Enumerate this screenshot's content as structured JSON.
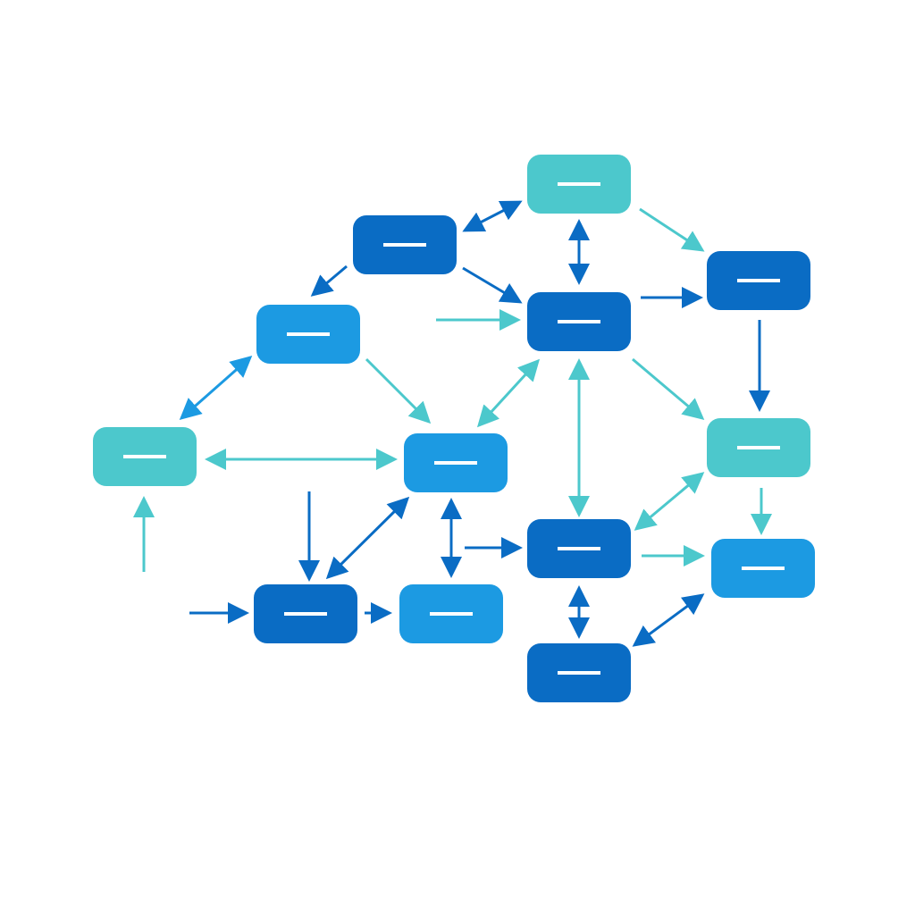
{
  "colors": {
    "background": "#ffffff",
    "dark": "#0a6cc4",
    "mid": "#1c9ae2",
    "teal": "#4cc8cc",
    "dash": "#ffffff"
  },
  "nodes": [
    {
      "id": "n_top",
      "color": "teal"
    },
    {
      "id": "n_upper_left",
      "color": "dark"
    },
    {
      "id": "n_center",
      "color": "dark"
    },
    {
      "id": "n_right_top",
      "color": "dark"
    },
    {
      "id": "n_left_mid",
      "color": "mid"
    },
    {
      "id": "n_far_left",
      "color": "teal"
    },
    {
      "id": "n_mid",
      "color": "mid"
    },
    {
      "id": "n_right_mid",
      "color": "teal"
    },
    {
      "id": "n_center_low",
      "color": "dark"
    },
    {
      "id": "n_right_low",
      "color": "mid"
    },
    {
      "id": "n_bottom_left",
      "color": "dark"
    },
    {
      "id": "n_bottom_mid",
      "color": "mid"
    },
    {
      "id": "n_bottom",
      "color": "dark"
    }
  ],
  "edges": [
    {
      "id": "e1",
      "color": "dark",
      "bidirectional": true
    },
    {
      "id": "e2",
      "color": "dark",
      "bidirectional": true
    },
    {
      "id": "e3",
      "color": "teal",
      "bidirectional": false
    },
    {
      "id": "e4",
      "color": "dark",
      "bidirectional": false
    },
    {
      "id": "e5",
      "color": "dark",
      "bidirectional": false
    },
    {
      "id": "e6",
      "color": "dark",
      "bidirectional": false
    },
    {
      "id": "e7",
      "color": "teal",
      "bidirectional": false
    },
    {
      "id": "e8",
      "color": "dark",
      "bidirectional": false
    },
    {
      "id": "e9",
      "color": "mid",
      "bidirectional": true
    },
    {
      "id": "e10",
      "color": "teal",
      "bidirectional": false
    },
    {
      "id": "e11",
      "color": "teal",
      "bidirectional": true
    },
    {
      "id": "e12",
      "color": "teal",
      "bidirectional": true
    },
    {
      "id": "e13",
      "color": "teal",
      "bidirectional": true
    },
    {
      "id": "e14",
      "color": "teal",
      "bidirectional": false
    },
    {
      "id": "e15",
      "color": "teal",
      "bidirectional": true
    },
    {
      "id": "e16",
      "color": "teal",
      "bidirectional": false
    },
    {
      "id": "e17",
      "color": "dark",
      "bidirectional": true
    },
    {
      "id": "e18",
      "color": "dark",
      "bidirectional": true
    },
    {
      "id": "e19",
      "color": "dark",
      "bidirectional": false
    },
    {
      "id": "e20",
      "color": "teal",
      "bidirectional": false
    },
    {
      "id": "e21",
      "color": "dark",
      "bidirectional": true
    },
    {
      "id": "e22",
      "color": "dark",
      "bidirectional": true
    },
    {
      "id": "e23",
      "color": "teal",
      "bidirectional": false
    },
    {
      "id": "e24",
      "color": "dark",
      "bidirectional": false
    },
    {
      "id": "e25",
      "color": "dark",
      "bidirectional": false
    },
    {
      "id": "e26",
      "color": "dark",
      "bidirectional": false
    }
  ]
}
